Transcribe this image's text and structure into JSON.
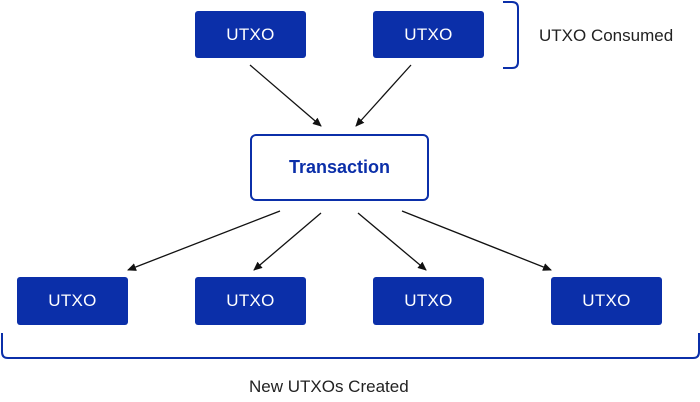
{
  "diagram": {
    "inputs": [
      {
        "label": "UTXO"
      },
      {
        "label": "UTXO"
      }
    ],
    "transaction": {
      "label": "Transaction"
    },
    "outputs": [
      {
        "label": "UTXO"
      },
      {
        "label": "UTXO"
      },
      {
        "label": "UTXO"
      },
      {
        "label": "UTXO"
      }
    ],
    "consumed_caption": "UTXO Consumed",
    "created_caption": "New UTXOs Created"
  },
  "colors": {
    "box_fill": "#0b2fa9",
    "box_text": "#ffffff",
    "transaction_border": "#0b2fa9",
    "arrow": "#111111",
    "caption_text": "#222222"
  }
}
